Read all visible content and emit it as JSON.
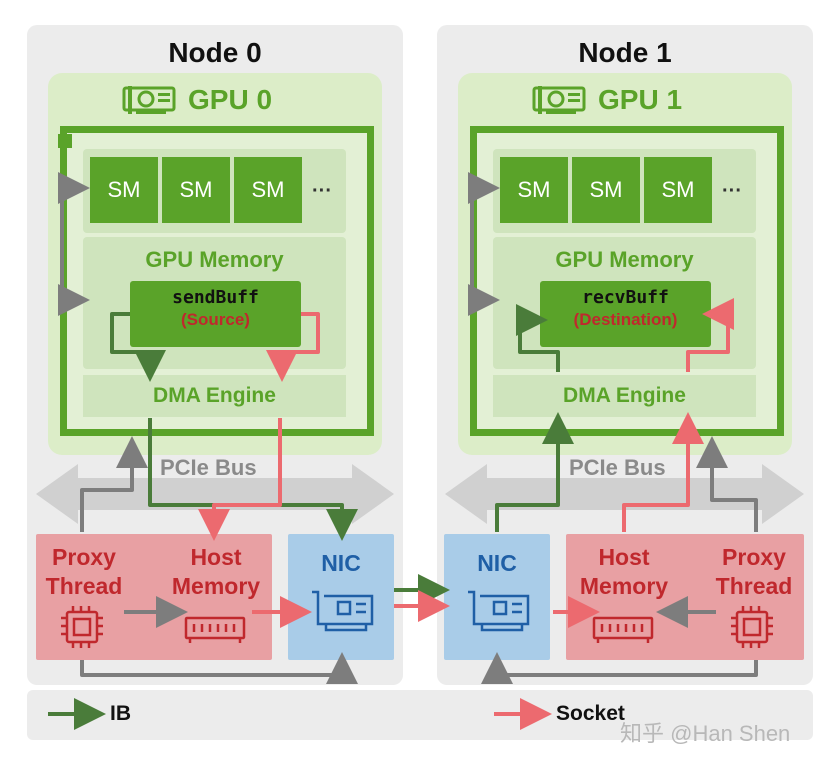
{
  "nodes": [
    {
      "title": "Node 0",
      "gpu": "GPU 0",
      "buffer": "sendBuff",
      "buffer_role": "(Source)",
      "host_memory": "Host\nMemory",
      "proxy": "Proxy\nThread"
    },
    {
      "title": "Node 1",
      "gpu": "GPU 1",
      "buffer": "recvBuff",
      "buffer_role": "(Destination)",
      "host_memory": "Host\nMemory",
      "proxy": "Proxy\nThread"
    }
  ],
  "sm_label": "SM",
  "sm_more": "···",
  "gpu_memory": "GPU Memory",
  "dma_engine": "DMA Engine",
  "pcie_bus": "PCIe Bus",
  "nic": "NIC",
  "legend": {
    "ib": "IB",
    "socket": "Socket"
  },
  "watermark": "知乎 @Han Shen",
  "colors": {
    "ib": "#4a7c3a",
    "socket": "#ec6a6f",
    "gpu_green": "#5aa329",
    "gray_path": "#7d7d7d"
  }
}
